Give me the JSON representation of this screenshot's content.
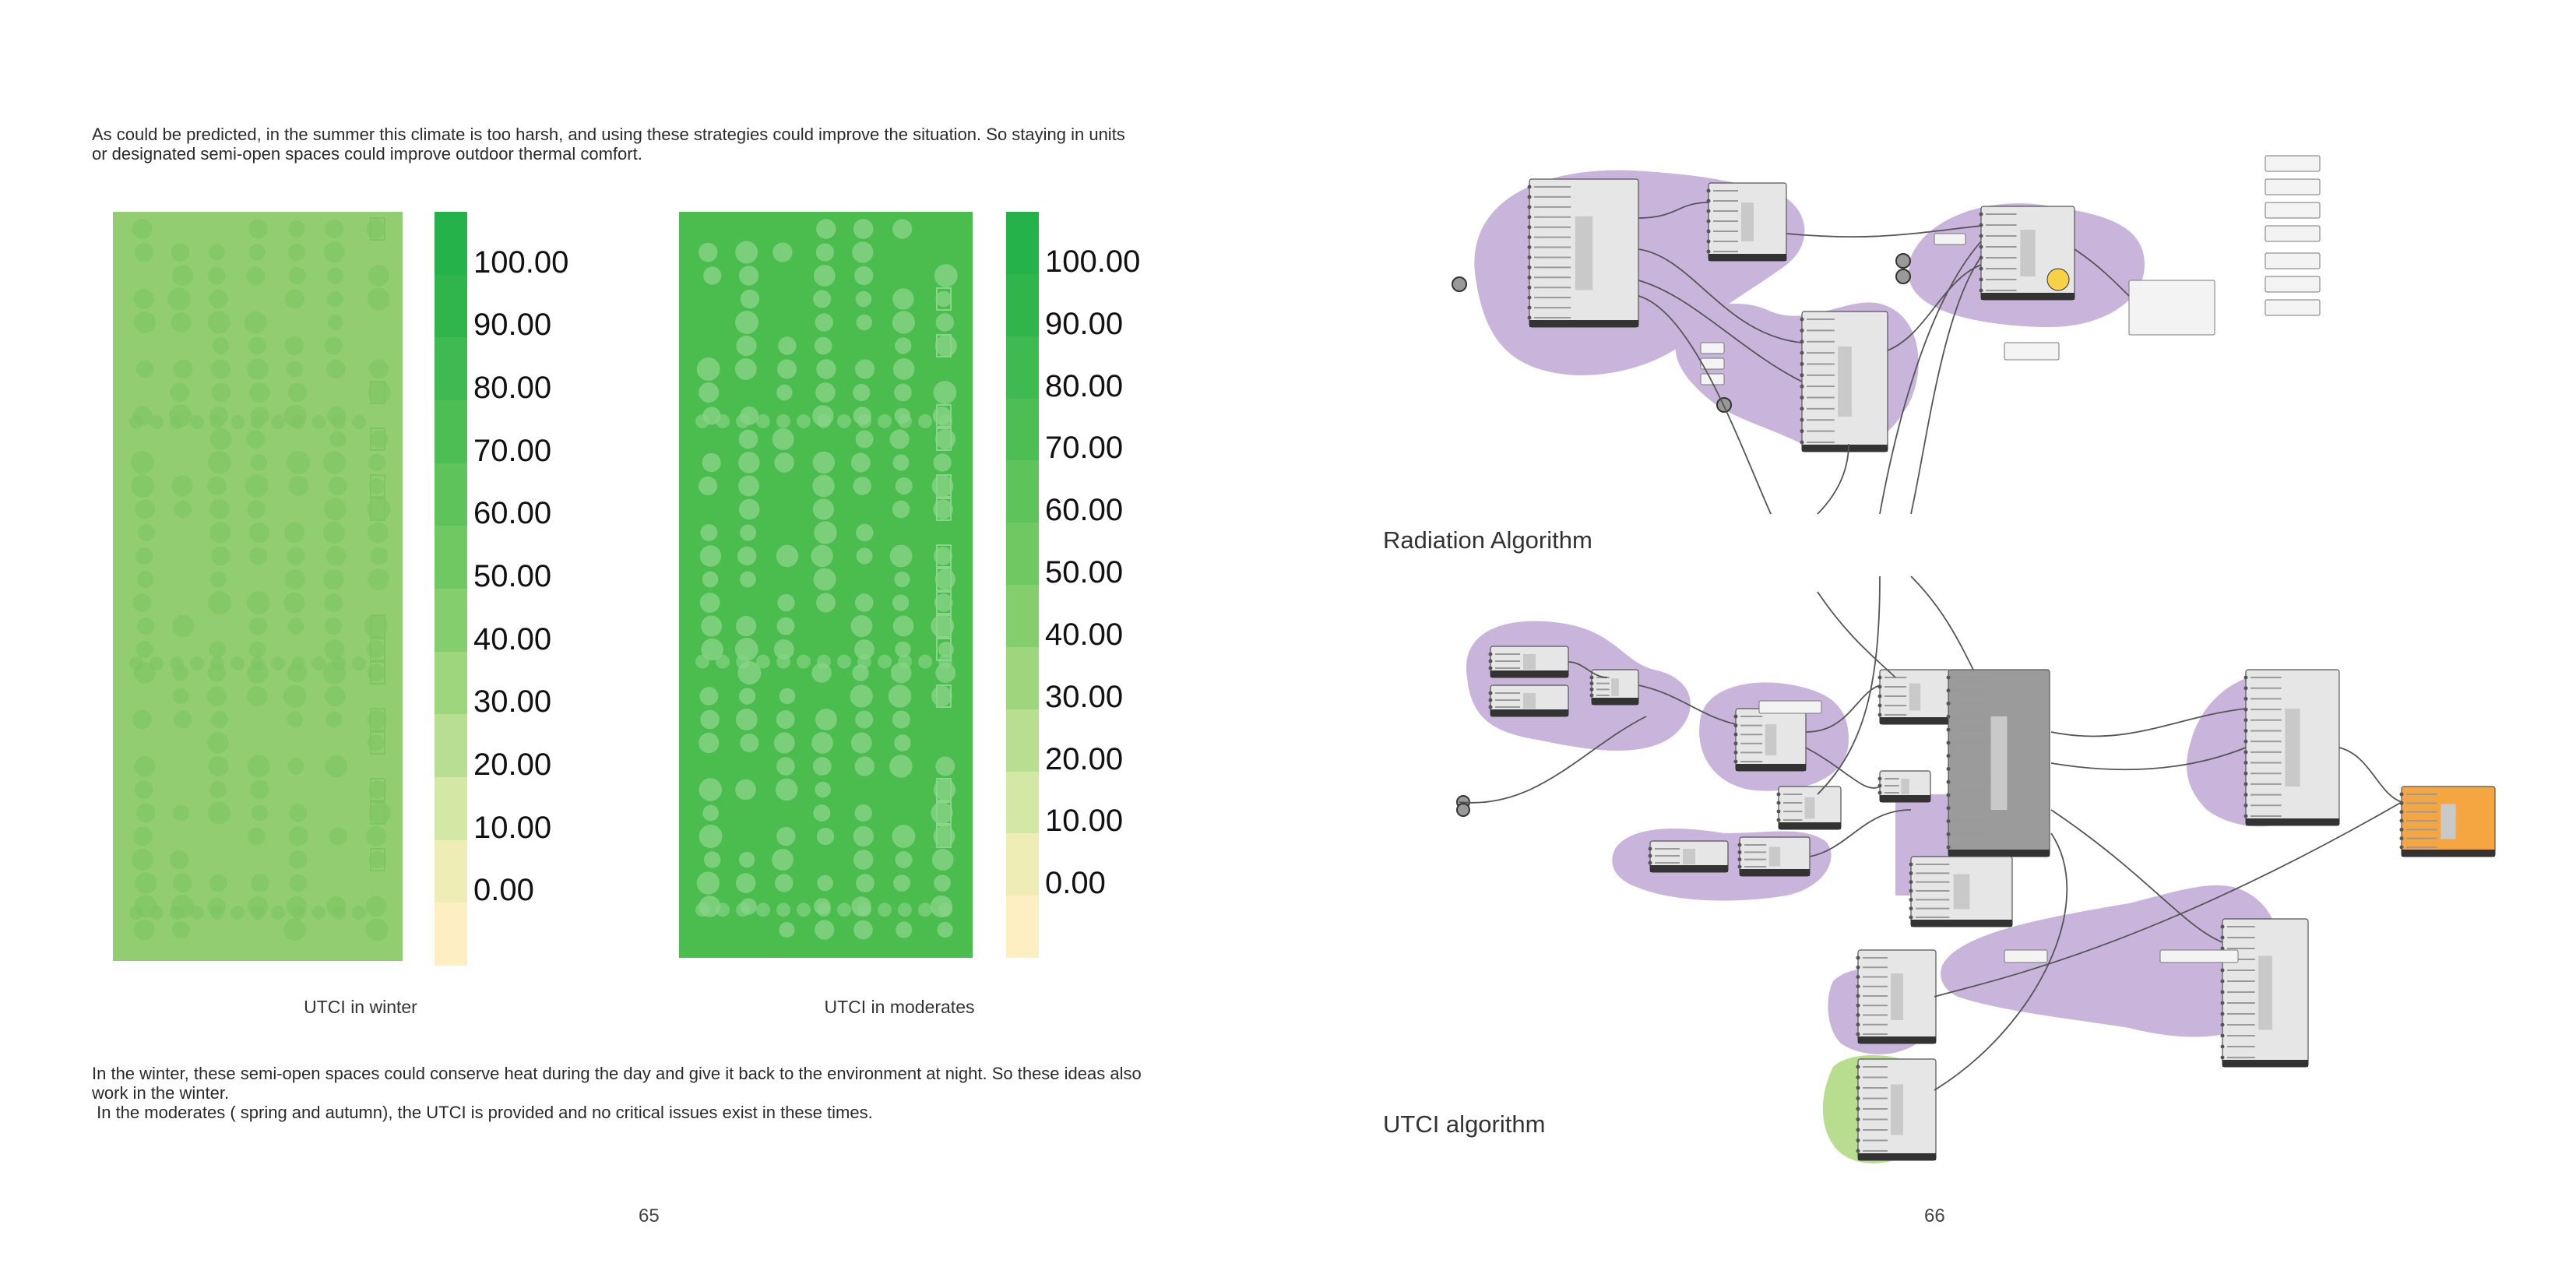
{
  "left_page": {
    "intro_lines": [
      "As could be predicted, in the summer this climate is too harsh, and using these strategies could improve the situation. So staying in units",
      "or designated semi-open spaces could improve outdoor thermal comfort."
    ],
    "legend_labels": [
      "100.00",
      "90.00",
      "80.00",
      "70.00",
      "60.00",
      "50.00",
      "40.00",
      "30.00",
      "20.00",
      "10.00",
      "0.00"
    ],
    "legend_colors": [
      "#26b24a",
      "#30b54c",
      "#3fba50",
      "#4dbe54",
      "#5dc35a",
      "#6fc862",
      "#85ce6e",
      "#9ed67e",
      "#b8de92",
      "#d4e8a6",
      "#eeedb6",
      "#fdefc2"
    ],
    "maps": [
      {
        "caption": "UTCI in winter",
        "base_color": "#92cd72",
        "tree_color": "#7fc564"
      },
      {
        "caption": "UTCI in moderates",
        "base_color": "#4bbd4f",
        "tree_color": "#8bd58a"
      }
    ],
    "outro_lines": [
      "In the winter, these semi-open spaces could conserve heat during the day and give it back to the environment at night. So these ideas also",
      "work in the winter.",
      " In the moderates ( spring and autumn), the UTCI is provided and no critical issues exist in these times."
    ],
    "page_number": "65"
  },
  "right_page": {
    "radiation_title": "Radiation Algorithm",
    "utci_title": "UTCI algorithm",
    "page_number": "66",
    "graph_colors": {
      "blob": "#c9b5dc",
      "green_blob": "#b9dd8f",
      "component": "#e6e6e6",
      "orange": "#f5a640"
    }
  }
}
